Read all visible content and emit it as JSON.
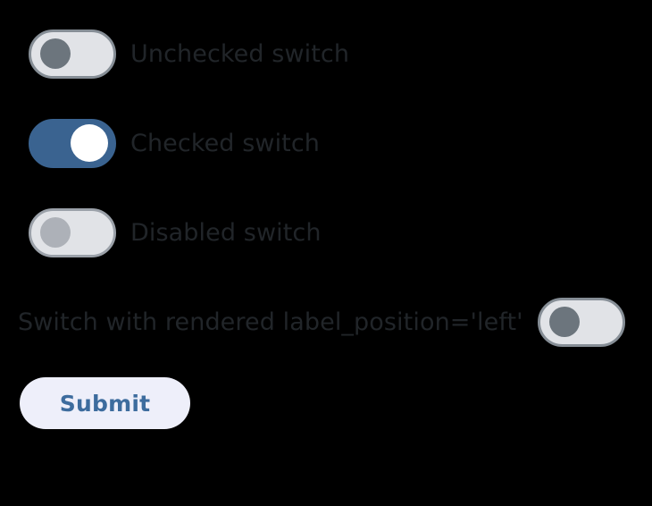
{
  "form": {
    "switches": [
      {
        "id": "unchecked-switch",
        "label": "Unchecked switch",
        "state": "off",
        "checked": false,
        "disabled": false,
        "label_position": "right"
      },
      {
        "id": "checked-switch",
        "label": "Checked switch",
        "state": "on",
        "checked": true,
        "disabled": false,
        "label_position": "right"
      },
      {
        "id": "disabled-switch",
        "label": "Disabled switch",
        "state": "disabled",
        "checked": false,
        "disabled": true,
        "label_position": "right"
      },
      {
        "id": "label-left-switch",
        "label": "Switch with rendered label_position='left'",
        "state": "off",
        "checked": false,
        "disabled": false,
        "label_position": "left"
      }
    ],
    "submit": {
      "label": "Submit"
    }
  },
  "colors": {
    "background": "#000000",
    "track_off": "#e1e3e7",
    "track_off_border": "#868e96",
    "thumb_off": "#6c757d",
    "track_on": "#3a6390",
    "thumb_on": "#ffffff",
    "track_disabled_border": "#9ba1a9",
    "thumb_disabled": "#adb1b8",
    "label_text": "#212529",
    "submit_background": "#eeeffa",
    "submit_text": "#3d6c9e"
  }
}
